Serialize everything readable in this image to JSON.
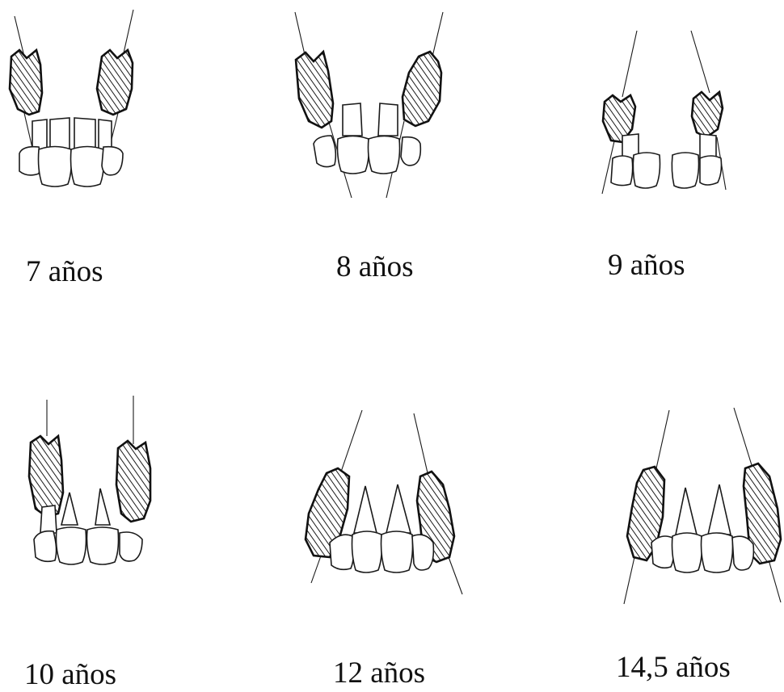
{
  "stages": [
    {
      "label": "7 años"
    },
    {
      "label": "8 años"
    },
    {
      "label": "9 años"
    },
    {
      "label": "10 años"
    },
    {
      "label": "12 años"
    },
    {
      "label": "14,5 años"
    }
  ],
  "colors": {
    "ink": "#1a1a1a",
    "paper": "#ffffff"
  }
}
